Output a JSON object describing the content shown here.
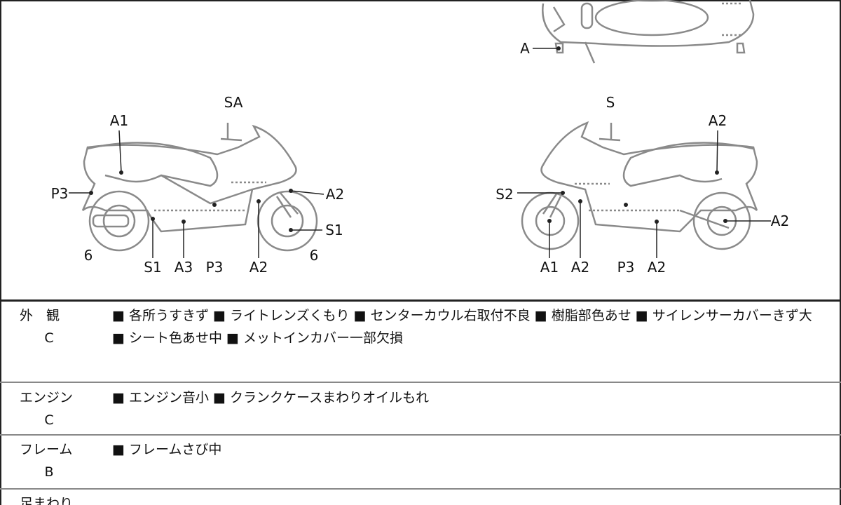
{
  "diagram": {
    "top_view": {
      "labels": [
        "A"
      ]
    },
    "left_view": {
      "labels": [
        "SA",
        "A1",
        "P3",
        "A2",
        "S1",
        "6",
        "S1",
        "A3",
        "P3",
        "A2",
        "6"
      ]
    },
    "right_view": {
      "labels": [
        "S",
        "A2",
        "S2",
        "A2",
        "A1",
        "A2",
        "P3",
        "A2"
      ]
    }
  },
  "rows": [
    {
      "name": "外　観",
      "grade": "C",
      "text": "■ 各所うすきず ■ ライトレンズくもり ■ センターカウル右取付不良 ■ 樹脂部色あせ ■ サイレンサーカバーきず大 ■ シート色あせ中 ■ メットインカバー一部欠損"
    },
    {
      "name": "エンジン",
      "grade": "C",
      "text": "■ エンジン音小 ■ クランクケースまわりオイルもれ"
    },
    {
      "name": "フレーム",
      "grade": "B",
      "text": "■ フレームさび中"
    },
    {
      "name": "足まわり",
      "grade": "",
      "text": ""
    }
  ],
  "colors": {
    "line": "#222222",
    "sketch": "#8a8a8a"
  }
}
